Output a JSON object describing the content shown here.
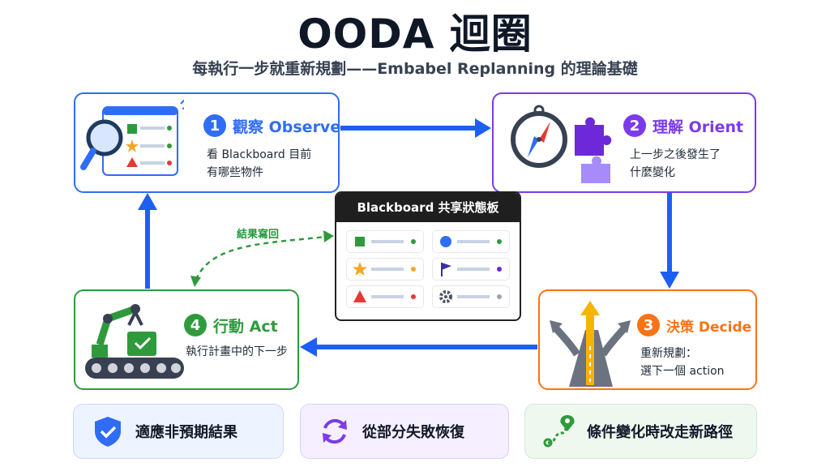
{
  "title": "OODA 迴圈",
  "subtitle": "每執行一步就重新規劃——Embabel Replanning 的理論基礎",
  "steps": {
    "observe": {
      "num": "1",
      "title": "觀察 Observe",
      "desc": [
        "看 Blackboard 目前",
        "有哪些物件"
      ],
      "color": "#2f6df6"
    },
    "orient": {
      "num": "2",
      "title": "理解 Orient",
      "desc": [
        "上一步之後發生了",
        "什麼變化"
      ],
      "color": "#7c3aed"
    },
    "decide": {
      "num": "3",
      "title": "決策 Decide",
      "desc": [
        "重新規劃：",
        "選下一個 action"
      ],
      "color": "#f97316"
    },
    "act": {
      "num": "4",
      "title": "行動 Act",
      "desc": [
        "執行計畫中的下一步"
      ],
      "color": "#2f9a3c"
    }
  },
  "blackboard": {
    "title": "Blackboard 共享狀態板"
  },
  "feedback_label": "結果寫回",
  "benefits": [
    {
      "label": "適應非預期結果",
      "icon": "shield-check-icon"
    },
    {
      "label": "從部分失敗恢復",
      "icon": "refresh-icon"
    },
    {
      "label": "條件變化時改走新路徑",
      "icon": "route-pin-icon"
    }
  ]
}
